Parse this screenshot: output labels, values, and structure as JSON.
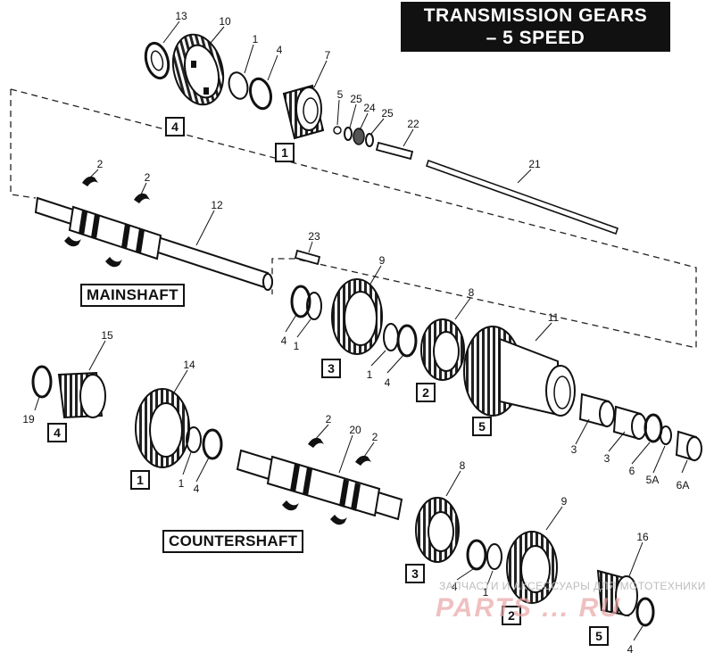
{
  "title": {
    "line1": "TRANSMISSION GEARS",
    "line2": "– 5 SPEED"
  },
  "labels": {
    "mainshaft": "MAINSHAFT",
    "countershaft": "COUNTERSHAFT"
  },
  "watermark": {
    "text": "ЗАПЧАСТИ И АКСЕССУАРЫ ДЛЯ МОТОТЕХНИКИ",
    "logo": "PARTS ... RU"
  },
  "callouts": [
    {
      "id": "c13",
      "text": "13"
    },
    {
      "id": "c10",
      "text": "10"
    },
    {
      "id": "c1a",
      "text": "1"
    },
    {
      "id": "c4a",
      "text": "4"
    },
    {
      "id": "c7",
      "text": "7"
    },
    {
      "id": "c5a",
      "text": "5"
    },
    {
      "id": "c25a",
      "text": "25"
    },
    {
      "id": "c24",
      "text": "24"
    },
    {
      "id": "c25b",
      "text": "25"
    },
    {
      "id": "c22",
      "text": "22"
    },
    {
      "id": "c21",
      "text": "21"
    },
    {
      "id": "c2a",
      "text": "2"
    },
    {
      "id": "c2b",
      "text": "2"
    },
    {
      "id": "c12",
      "text": "12"
    },
    {
      "id": "c23",
      "text": "23"
    },
    {
      "id": "c9a",
      "text": "9"
    },
    {
      "id": "c8a",
      "text": "8"
    },
    {
      "id": "c11",
      "text": "11"
    },
    {
      "id": "c4b",
      "text": "4"
    },
    {
      "id": "c1b",
      "text": "1"
    },
    {
      "id": "c1c",
      "text": "1"
    },
    {
      "id": "c4c",
      "text": "4"
    },
    {
      "id": "c15",
      "text": "15"
    },
    {
      "id": "c19",
      "text": "19"
    },
    {
      "id": "c14",
      "text": "14"
    },
    {
      "id": "c1d",
      "text": "1"
    },
    {
      "id": "c4d",
      "text": "4"
    },
    {
      "id": "c2c",
      "text": "2"
    },
    {
      "id": "c20",
      "text": "20"
    },
    {
      "id": "c2d",
      "text": "2"
    },
    {
      "id": "c3a",
      "text": "3"
    },
    {
      "id": "c3b",
      "text": "3"
    },
    {
      "id": "c6",
      "text": "6"
    },
    {
      "id": "c5A",
      "text": "5A"
    },
    {
      "id": "c6A",
      "text": "6A"
    },
    {
      "id": "c8b",
      "text": "8"
    },
    {
      "id": "c9b",
      "text": "9"
    },
    {
      "id": "c16",
      "text": "16"
    },
    {
      "id": "c4e",
      "text": "4"
    },
    {
      "id": "c1e",
      "text": "1"
    },
    {
      "id": "c4f",
      "text": "4"
    }
  ],
  "gear_boxes": [
    {
      "id": "g4a",
      "text": "4"
    },
    {
      "id": "g1a",
      "text": "1"
    },
    {
      "id": "g3a",
      "text": "3"
    },
    {
      "id": "g2a",
      "text": "2"
    },
    {
      "id": "g5a",
      "text": "5"
    },
    {
      "id": "g4b",
      "text": "4"
    },
    {
      "id": "g1b",
      "text": "1"
    },
    {
      "id": "g3b",
      "text": "3"
    },
    {
      "id": "g2b",
      "text": "2"
    },
    {
      "id": "g5b",
      "text": "5"
    }
  ]
}
